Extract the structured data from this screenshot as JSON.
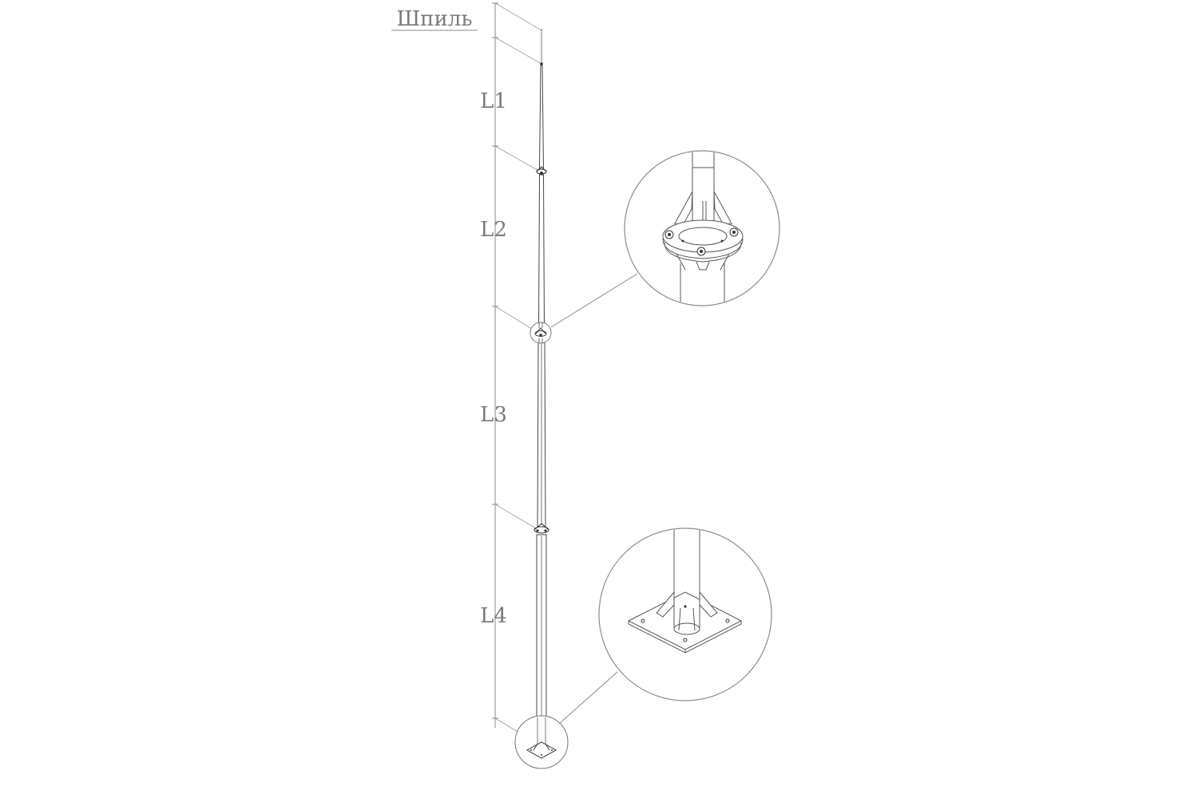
{
  "diagram": {
    "spire_label": "Шпиль",
    "section_labels": [
      "L1",
      "L2",
      "L3",
      "L4"
    ]
  },
  "colors": {
    "line": "#444444",
    "dimension": "#8a8a8a",
    "label": "#7a7a7a"
  }
}
